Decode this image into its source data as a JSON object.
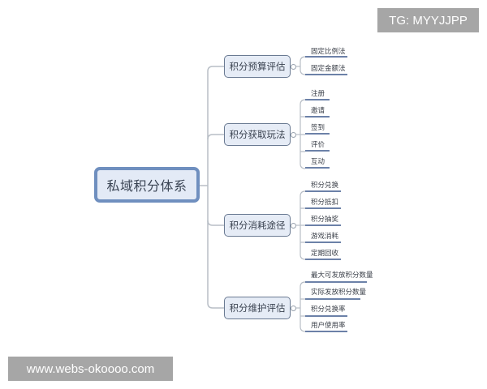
{
  "diagram": {
    "type": "mind-map",
    "root": {
      "label": "私域积分体系"
    },
    "branches": [
      {
        "label": "积分预算评估",
        "leaves": [
          "固定比例法",
          "固定金额法"
        ]
      },
      {
        "label": "积分获取玩法",
        "leaves": [
          "注册",
          "邀请",
          "签到",
          "评价",
          "互动"
        ]
      },
      {
        "label": "积分消耗途径",
        "leaves": [
          "积分兑换",
          "积分抵扣",
          "积分抽奖",
          "游戏消耗",
          "定期回收"
        ]
      },
      {
        "label": "积分维护评估",
        "leaves": [
          "最大可发放积分数量",
          "实际发放积分数量",
          "积分兑换率",
          "用户使用率"
        ]
      }
    ],
    "colors": {
      "root_border": "#6f8fbf",
      "root_fill": "#e3eaf6",
      "branch_border": "#6a7a92",
      "branch_fill": "#e6ecf6",
      "leaf_underline": "#6c81a8",
      "connector": "#b8bec6"
    }
  },
  "watermarks": {
    "top_right": "TG: MYYJJPP",
    "bottom_left": "www.webs-okoooo.com"
  }
}
